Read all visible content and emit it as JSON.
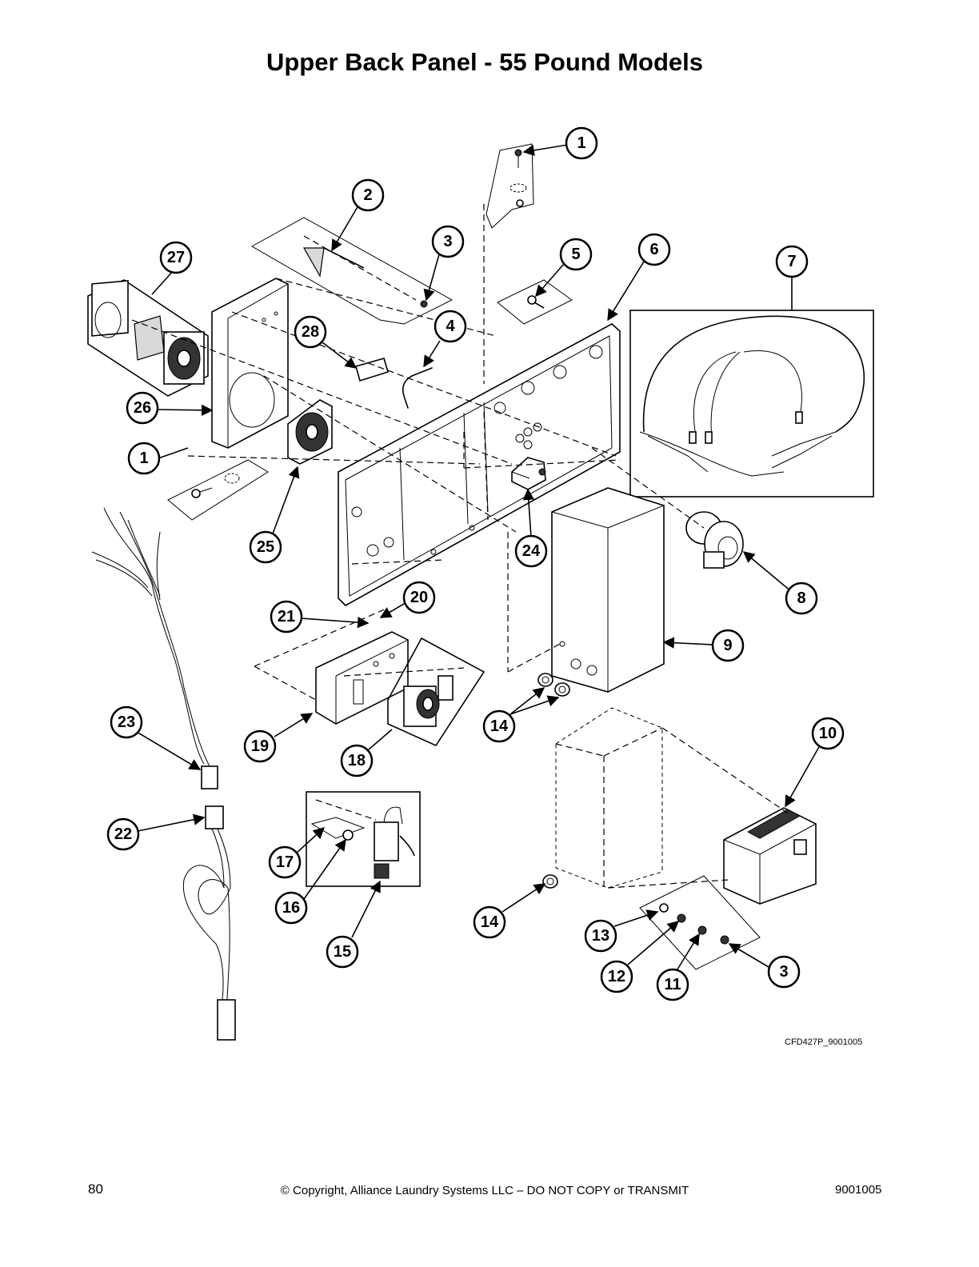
{
  "page_title": "Upper Back Panel - 55 Pound Models",
  "figure_code": "CFD427P_9001005",
  "footer": {
    "page_number": "80",
    "copyright": "© Copyright, Alliance Laundry Systems LLC – DO NOT COPY or TRANSMIT",
    "doc_number": "9001005"
  },
  "callouts": [
    {
      "id": "c1a",
      "label": "1"
    },
    {
      "id": "c2",
      "label": "2"
    },
    {
      "id": "c3a",
      "label": "3"
    },
    {
      "id": "c27",
      "label": "27"
    },
    {
      "id": "c5",
      "label": "5"
    },
    {
      "id": "c6",
      "label": "6"
    },
    {
      "id": "c7",
      "label": "7"
    },
    {
      "id": "c28",
      "label": "28"
    },
    {
      "id": "c4",
      "label": "4"
    },
    {
      "id": "c26",
      "label": "26"
    },
    {
      "id": "c1b",
      "label": "1"
    },
    {
      "id": "c25",
      "label": "25"
    },
    {
      "id": "c24",
      "label": "24"
    },
    {
      "id": "c8",
      "label": "8"
    },
    {
      "id": "c20",
      "label": "20"
    },
    {
      "id": "c21",
      "label": "21"
    },
    {
      "id": "c9",
      "label": "9"
    },
    {
      "id": "c23",
      "label": "23"
    },
    {
      "id": "c14a",
      "label": "14"
    },
    {
      "id": "c10",
      "label": "10"
    },
    {
      "id": "c19",
      "label": "19"
    },
    {
      "id": "c18",
      "label": "18"
    },
    {
      "id": "c22",
      "label": "22"
    },
    {
      "id": "c17",
      "label": "17"
    },
    {
      "id": "c16",
      "label": "16"
    },
    {
      "id": "c15",
      "label": "15"
    },
    {
      "id": "c14b",
      "label": "14"
    },
    {
      "id": "c13",
      "label": "13"
    },
    {
      "id": "c3b",
      "label": "3"
    },
    {
      "id": "c12",
      "label": "12"
    },
    {
      "id": "c11",
      "label": "11"
    }
  ]
}
